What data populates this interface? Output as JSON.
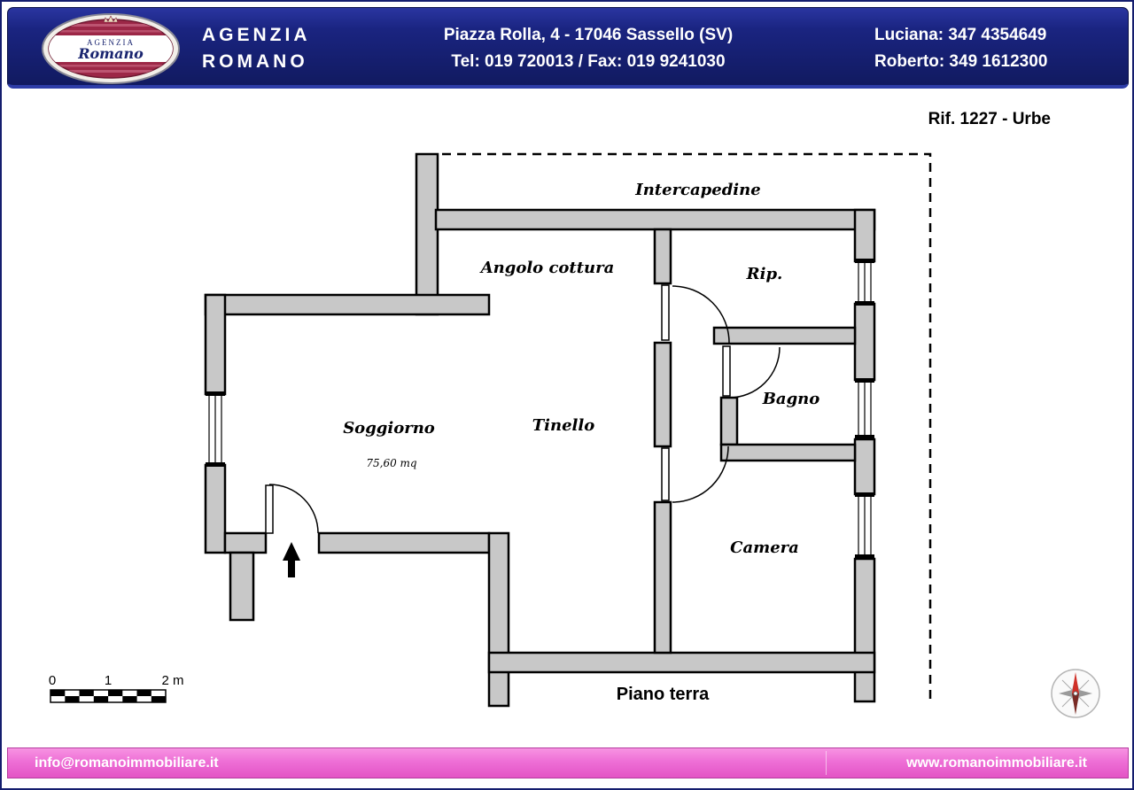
{
  "header": {
    "agency_line1": "AGENZIA",
    "agency_line2": "ROMANO",
    "address": "Piazza Rolla, 4 - 17046 Sassello (SV)",
    "phone": "Tel: 019 720013 / Fax: 019 9241030",
    "contact1": "Luciana: 347 4354649",
    "contact2": "Roberto: 349 1612300",
    "logo": {
      "line1": "AGENZIA",
      "line2": "Romano"
    }
  },
  "reference": "Rif. 1227 - Urbe",
  "floorplan": {
    "labels": {
      "intercapedine": "Intercapedine",
      "angolo_cottura": "Angolo cottura",
      "rip": "Rip.",
      "bagno": "Bagno",
      "soggiorno": "Soggiorno",
      "area": "75,60 mq",
      "tinello": "Tinello",
      "camera": "Camera",
      "piano": "Piano terra"
    },
    "scale": {
      "t0": "0",
      "t1": "1",
      "t2": "2 m"
    },
    "colors": {
      "wall_fill": "#c8c8c8",
      "wall_stroke": "#000000",
      "needle_red": "#cc2a1e"
    }
  },
  "footer": {
    "email": "info@romanoimmobiliare.it",
    "website": "www.romanoimmobiliare.it"
  },
  "colors": {
    "header_navy": "#141d6e",
    "footer_pink": "#ee6fd6"
  }
}
